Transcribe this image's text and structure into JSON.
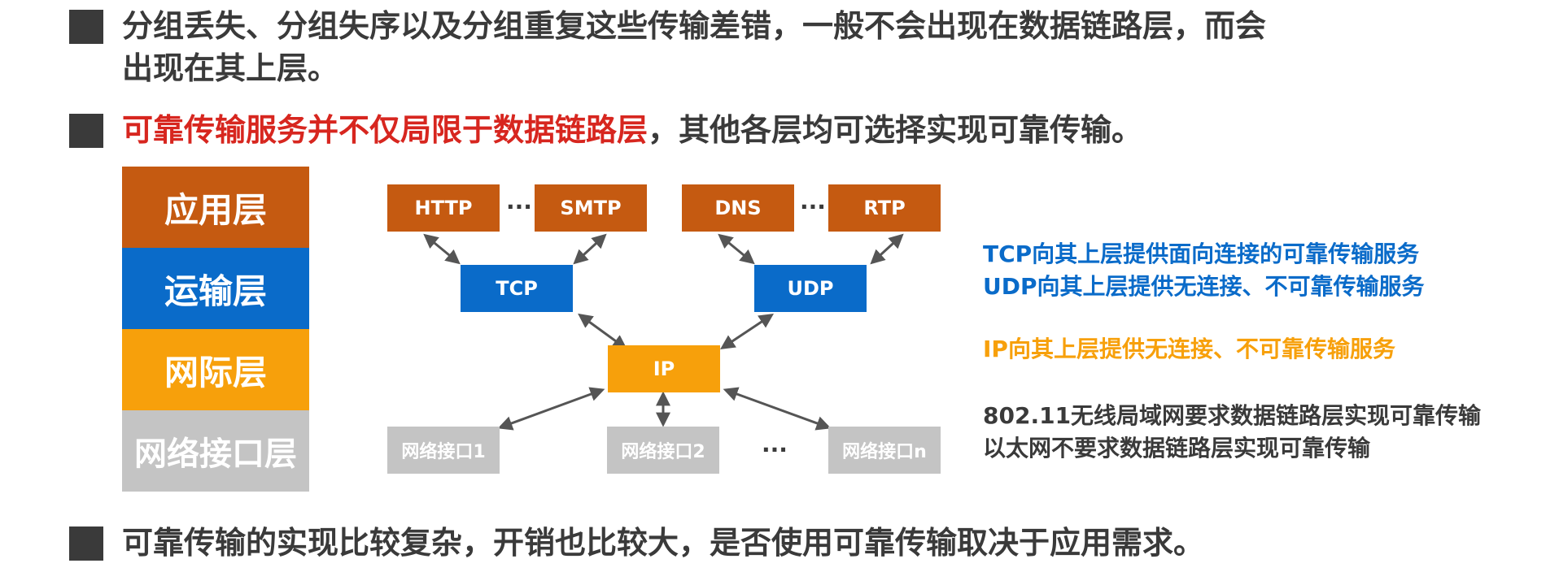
{
  "bullets": {
    "line1": "分组丢失、分组失序以及分组重复这些传输差错，一般不会出现在数据链路层，而会",
    "line1_cont": "出现在其上层。",
    "line2_red": "可靠传输服务并不仅局限于数据链路层",
    "line2_rest": "，其他各层均可选择实现可靠传输。",
    "line3": "可靠传输的实现比较复杂，开销也比较大，是否使用可靠传输取决于应用需求。"
  },
  "stack": {
    "application": "应用层",
    "transport": "运输层",
    "internet": "网际层",
    "link": "网络接口层"
  },
  "protocols": {
    "http": "HTTP",
    "smtp": "SMTP",
    "dns": "DNS",
    "rtp": "RTP",
    "tcp": "TCP",
    "udp": "UDP",
    "ip": "IP",
    "if1": "网络接口1",
    "if2": "网络接口2",
    "ifn": "网络接口n",
    "ellipsis": "···"
  },
  "notes": {
    "tcp": "TCP向其上层提供面向连接的可靠传输服务",
    "udp": "UDP向其上层提供无连接、不可靠传输服务",
    "ip": "IP向其上层提供无连接、不可靠传输服务",
    "wifi": "802.11无线局域网要求数据链路层实现可靠传输",
    "ethernet": "以太网不要求数据链路层实现可靠传输"
  },
  "colors": {
    "application": "#c55a11",
    "transport": "#0a6bc9",
    "internet": "#f7a00b",
    "link": "#c4c4c4",
    "highlight": "#d7261f"
  }
}
